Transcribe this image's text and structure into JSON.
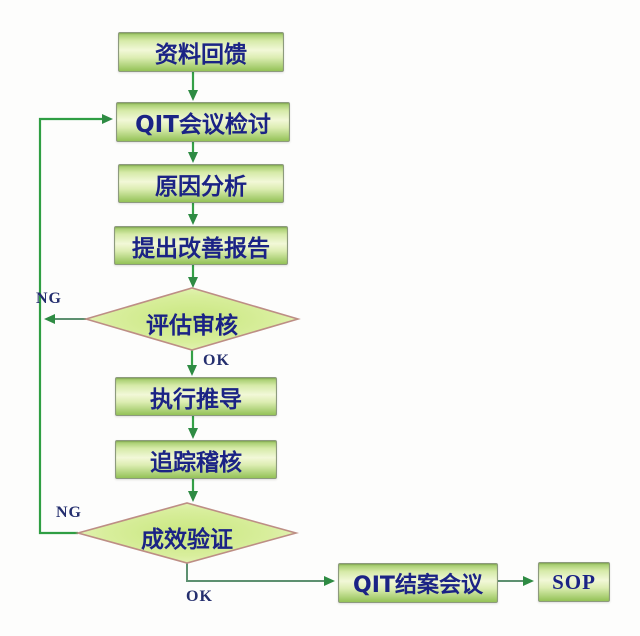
{
  "diagram": {
    "type": "flowchart",
    "topic": "QIT improvement process"
  },
  "nodes": {
    "data_feedback": "资料回馈",
    "qit_meeting_review": "QIT会议检讨",
    "cause_analysis": "原因分析",
    "improvement_report": "提出改善报告",
    "evaluation_review": "评估审核",
    "execution_promotion": "执行推导",
    "tracking_audit": "追踪稽核",
    "effect_verification": "成效验证",
    "qit_closing_meeting": "QIT结案会议",
    "sop": "SOP"
  },
  "edge_labels": {
    "evaluation_ng": "NG",
    "evaluation_ok": "OK",
    "verification_ng": "NG",
    "verification_ok": "OK"
  },
  "edges": [
    {
      "from": "data_feedback",
      "to": "qit_meeting_review",
      "label": ""
    },
    {
      "from": "qit_meeting_review",
      "to": "cause_analysis",
      "label": ""
    },
    {
      "from": "cause_analysis",
      "to": "improvement_report",
      "label": ""
    },
    {
      "from": "improvement_report",
      "to": "evaluation_review",
      "label": ""
    },
    {
      "from": "evaluation_review",
      "to": "qit_meeting_review",
      "label": "NG"
    },
    {
      "from": "evaluation_review",
      "to": "execution_promotion",
      "label": "OK"
    },
    {
      "from": "execution_promotion",
      "to": "tracking_audit",
      "label": ""
    },
    {
      "from": "tracking_audit",
      "to": "effect_verification",
      "label": ""
    },
    {
      "from": "effect_verification",
      "to": "qit_meeting_review",
      "label": "NG"
    },
    {
      "from": "effect_verification",
      "to": "qit_closing_meeting",
      "label": "OK"
    },
    {
      "from": "qit_closing_meeting",
      "to": "sop",
      "label": ""
    }
  ],
  "colors": {
    "node_text": "#1b2385",
    "box_fill_light": "#f2f8d8",
    "box_fill_dark": "#94c257",
    "box_border": "#8d9a7e",
    "diamond_border": "#bd8e85",
    "arrow_green": "#35a047",
    "connector_teal": "#5d9070"
  }
}
